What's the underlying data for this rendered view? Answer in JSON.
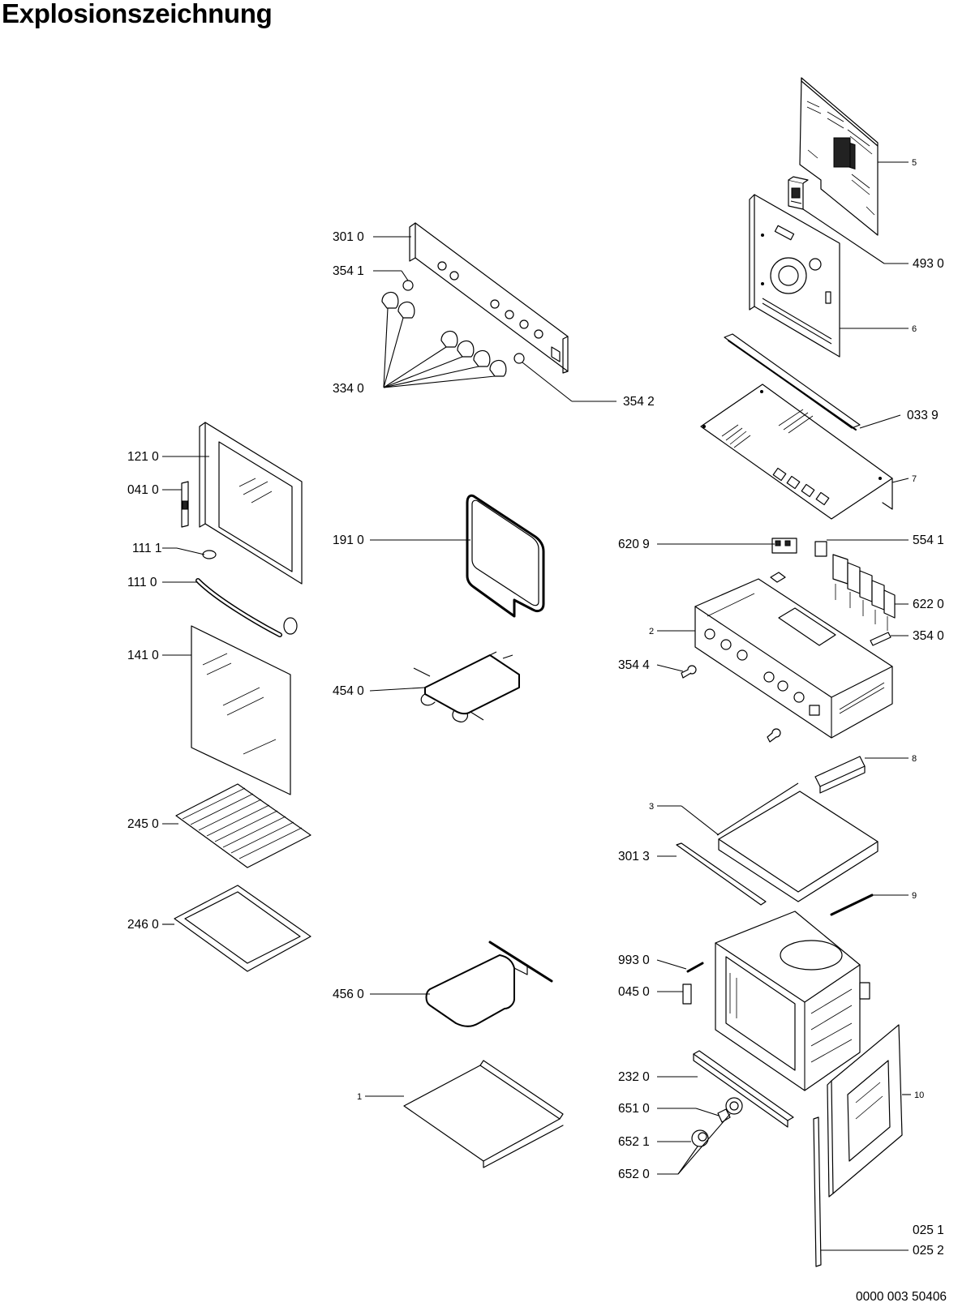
{
  "title": "Explosionszeichnung",
  "document_code": "0000 003 50406",
  "labels": [
    {
      "id": "p301-0",
      "text": "301 0"
    },
    {
      "id": "p354-1",
      "text": "354 1"
    },
    {
      "id": "p334-0",
      "text": "334 0"
    },
    {
      "id": "p354-2",
      "text": "354 2"
    },
    {
      "id": "p5",
      "text": "5"
    },
    {
      "id": "p493-0",
      "text": "493 0"
    },
    {
      "id": "p6",
      "text": "6"
    },
    {
      "id": "p033-9",
      "text": "033 9"
    },
    {
      "id": "p7",
      "text": "7"
    },
    {
      "id": "p121-0",
      "text": "121 0"
    },
    {
      "id": "p041-0",
      "text": "041 0"
    },
    {
      "id": "p111-1",
      "text": "111 1"
    },
    {
      "id": "p111-0",
      "text": "111 0"
    },
    {
      "id": "p141-0",
      "text": "141 0"
    },
    {
      "id": "p191-0",
      "text": "191 0"
    },
    {
      "id": "p454-0",
      "text": "454 0"
    },
    {
      "id": "p620-9",
      "text": "620 9"
    },
    {
      "id": "p554-1",
      "text": "554 1"
    },
    {
      "id": "p622-0",
      "text": "622 0"
    },
    {
      "id": "p2",
      "text": "2"
    },
    {
      "id": "p354-0",
      "text": "354 0"
    },
    {
      "id": "p354-4",
      "text": "354 4"
    },
    {
      "id": "p8",
      "text": "8"
    },
    {
      "id": "p3",
      "text": "3"
    },
    {
      "id": "p301-3",
      "text": "301 3"
    },
    {
      "id": "p245-0",
      "text": "245 0"
    },
    {
      "id": "p246-0",
      "text": "246 0"
    },
    {
      "id": "p9",
      "text": "9"
    },
    {
      "id": "p993-0",
      "text": "993 0"
    },
    {
      "id": "p045-0",
      "text": "045 0"
    },
    {
      "id": "p456-0",
      "text": "456 0"
    },
    {
      "id": "p232-0",
      "text": "232 0"
    },
    {
      "id": "p10",
      "text": "10"
    },
    {
      "id": "p1",
      "text": "1"
    },
    {
      "id": "p651-0",
      "text": "651 0"
    },
    {
      "id": "p652-1",
      "text": "652 1"
    },
    {
      "id": "p652-0",
      "text": "652 0"
    },
    {
      "id": "p025-1",
      "text": "025 1"
    },
    {
      "id": "p025-2",
      "text": "025 2"
    }
  ]
}
